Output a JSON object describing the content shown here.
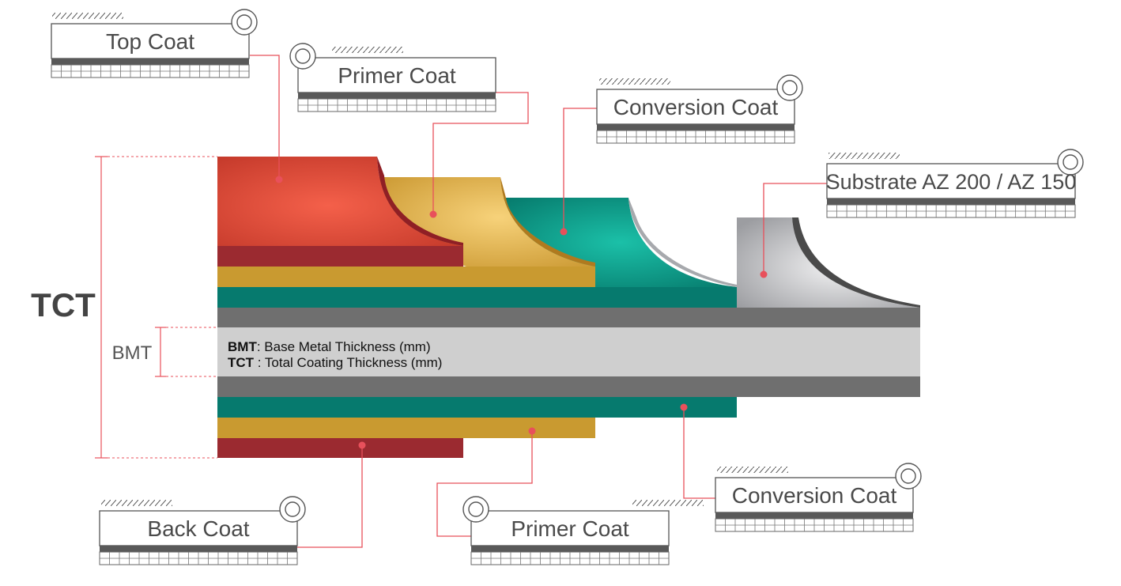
{
  "labels": {
    "top_coat": "Top Coat",
    "primer_coat_top": "Primer Coat",
    "conversion_coat_top": "Conversion Coat",
    "substrate": "Substrate AZ 200 / AZ 150",
    "back_coat": "Back Coat",
    "primer_coat_bottom": "Primer Coat",
    "conversion_coat_bottom": "Conversion Coat"
  },
  "dimensions": {
    "tct": "TCT",
    "bmt": "BMT"
  },
  "legend": {
    "bmt_abbr": "BMT",
    "bmt_text": ": Base Metal Thickness (mm)",
    "tct_abbr": "TCT",
    "tct_text": " : Total Coating Thickness (mm)"
  },
  "colors": {
    "top_coat": "#c8392b",
    "back_coat": "#9b2a30",
    "primer": "#c99a30",
    "conversion": "#067a6e",
    "steel_dark": "#6f6f6f",
    "steel_light": "#cfcfcf",
    "leader_line": "#e8505b"
  }
}
